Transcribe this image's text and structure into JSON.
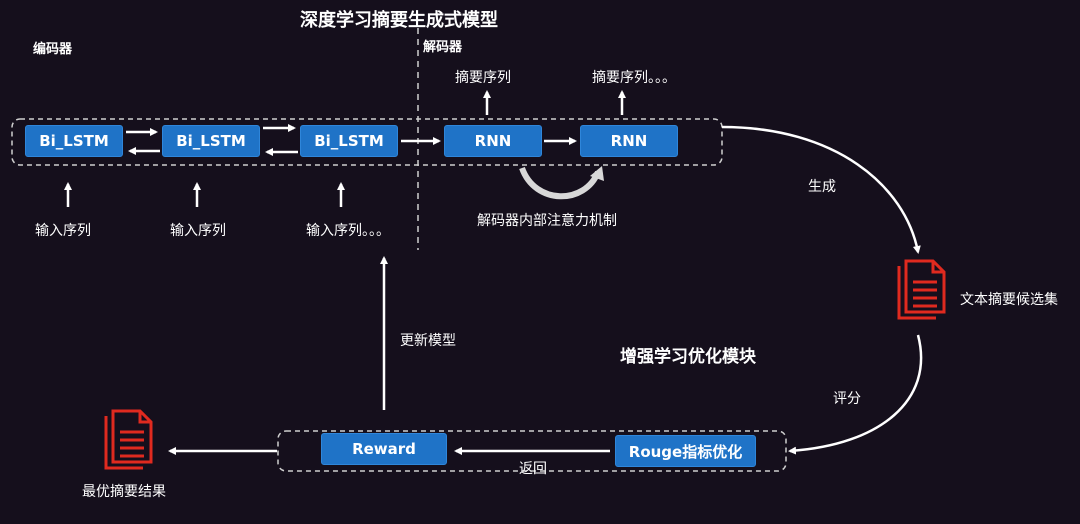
{
  "title": "深度学习摘要生成式模型",
  "encoder_label": "编码器",
  "decoder_label": "解码器",
  "encoder_nodes": [
    "Bi_LSTM",
    "Bi_LSTM",
    "Bi_LSTM"
  ],
  "decoder_nodes": [
    "RNN",
    "RNN"
  ],
  "input_labels": [
    "输入序列",
    "输入序列",
    "输入序列。。。"
  ],
  "output_labels": [
    "摘要序列",
    "摘要序列。。。"
  ],
  "attention_label": "解码器内部注意力机制",
  "generate_label": "生成",
  "candidates_label": "文本摘要候选集",
  "rl_module_label": "增强学习优化模块",
  "score_label": "评分",
  "rouge_label": "Rouge指标优化",
  "reward_label": "Reward",
  "return_label": "返回",
  "update_label": "更新模型",
  "best_label": "最优摘要结果",
  "colors": {
    "background": "#150f1c",
    "box": "#1f73c7",
    "doc_icon": "#e02a1f",
    "line": "#ffffff"
  }
}
